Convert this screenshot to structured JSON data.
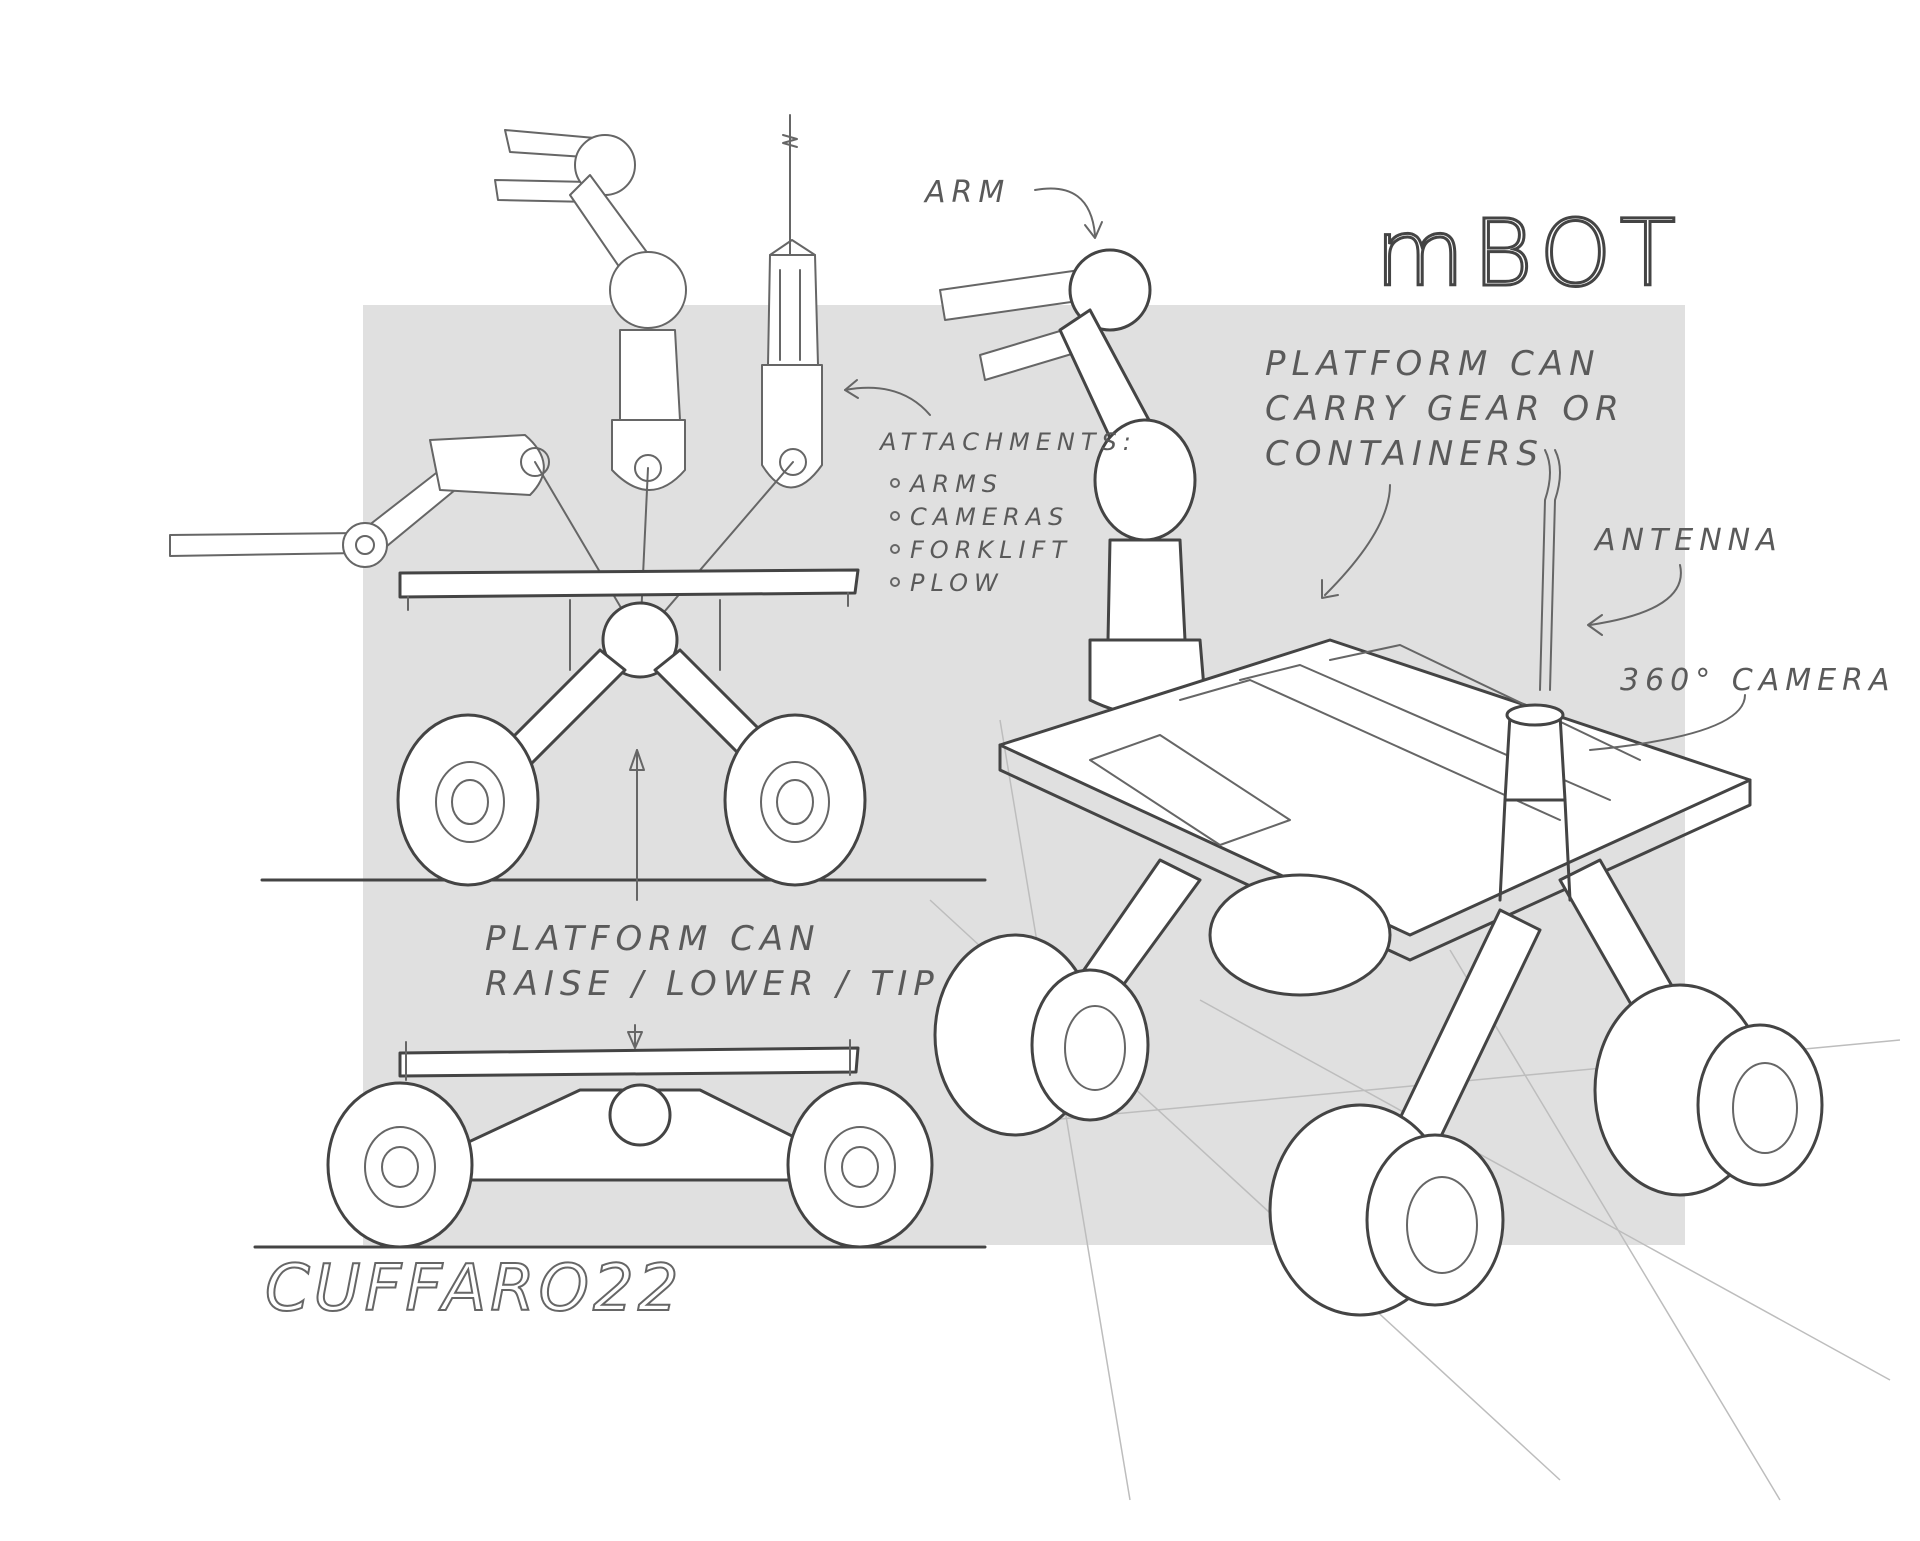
{
  "colors": {
    "panel": "#e0e0e0",
    "ink": "#444444",
    "paper": "#ffffff"
  },
  "labels": {
    "title": "mBOT",
    "arm": "ARM",
    "platform_carry_1": "PLATFORM CAN",
    "platform_carry_2": "CARRY GEAR OR",
    "platform_carry_3": "CONTAINERS",
    "antenna": "ANTENNA",
    "camera_360": "360° CAMERA",
    "attachments_heading": "ATTACHMENTS:",
    "attachments": [
      "ARMS",
      "CAMERAS",
      "FORKLIFT",
      "PLOW"
    ],
    "platform_raise_1": "PLATFORM CAN",
    "platform_raise_2": "RAISE / LOWER / TIP",
    "signature": "CUFFARO22"
  }
}
